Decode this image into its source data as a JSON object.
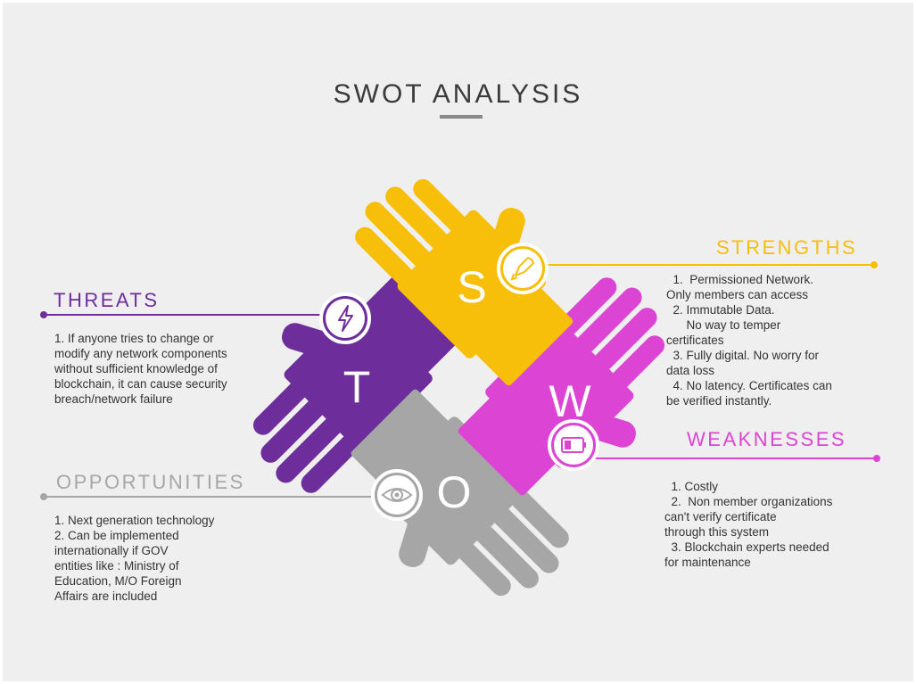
{
  "title": "SWOT ANALYSIS",
  "colors": {
    "strengths": "#F7BE0A",
    "weaknesses": "#DC45D3",
    "opportunities": "#A6A6A6",
    "threats": "#6D2E9C"
  },
  "strengths": {
    "letter": "S",
    "heading": "STRENGTHS",
    "icon": "rocket-icon",
    "lines": [
      "  1.  Permissioned Network.",
      "Only members can access",
      "  2. Immutable Data.",
      "      No way to temper",
      "certificates",
      "  3. Fully digital. No worry for",
      "data loss",
      "  4. No latency. Certificates can",
      "be verified instantly."
    ]
  },
  "weaknesses": {
    "letter": "W",
    "heading": "WEAKNESSES",
    "icon": "battery-low-icon",
    "lines": [
      "  1. Costly",
      "  2.  Non member organizations",
      "can't verify certificate",
      "through this system",
      "  3. Blockchain experts needed",
      "for maintenance"
    ]
  },
  "opportunities": {
    "letter": "O",
    "heading": "OPPORTUNITIES",
    "icon": "eye-icon",
    "lines": [
      "1. Next generation technology",
      "2. Can be implemented",
      "internationally if GOV",
      "entities like : Ministry of",
      "Education, M/O Foreign",
      "Affairs are included"
    ]
  },
  "threats": {
    "letter": "T",
    "heading": "THREATS",
    "icon": "lightning-icon",
    "lines": [
      "1. If anyone tries to change or",
      "modify any network components",
      "without sufficient knowledge of",
      "blockchain, it can cause security",
      "breach/network failure"
    ]
  }
}
